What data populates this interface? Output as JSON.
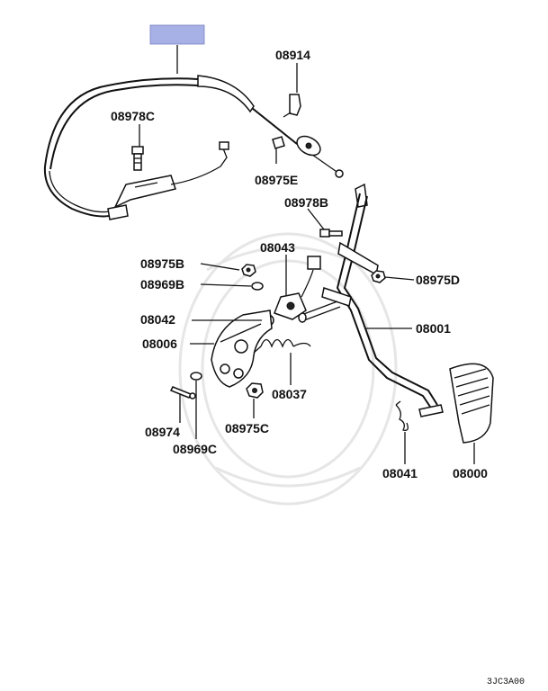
{
  "header_box_color": "#a8b1e6",
  "labels": {
    "p08914": "08914",
    "p08978C": "08978C",
    "p08975E": "08975E",
    "p08978B": "08978B",
    "p08043": "08043",
    "p08975B": "08975B",
    "p08969B": "08969B",
    "p08975D": "08975D",
    "p08042": "08042",
    "p08001": "08001",
    "p08006": "08006",
    "p08037": "08037",
    "p08974": "08974",
    "p08975C": "08975C",
    "p08969C": "08969C",
    "p08041": "08041",
    "p08000": "08000"
  },
  "diagram_code": "3JC3A00"
}
